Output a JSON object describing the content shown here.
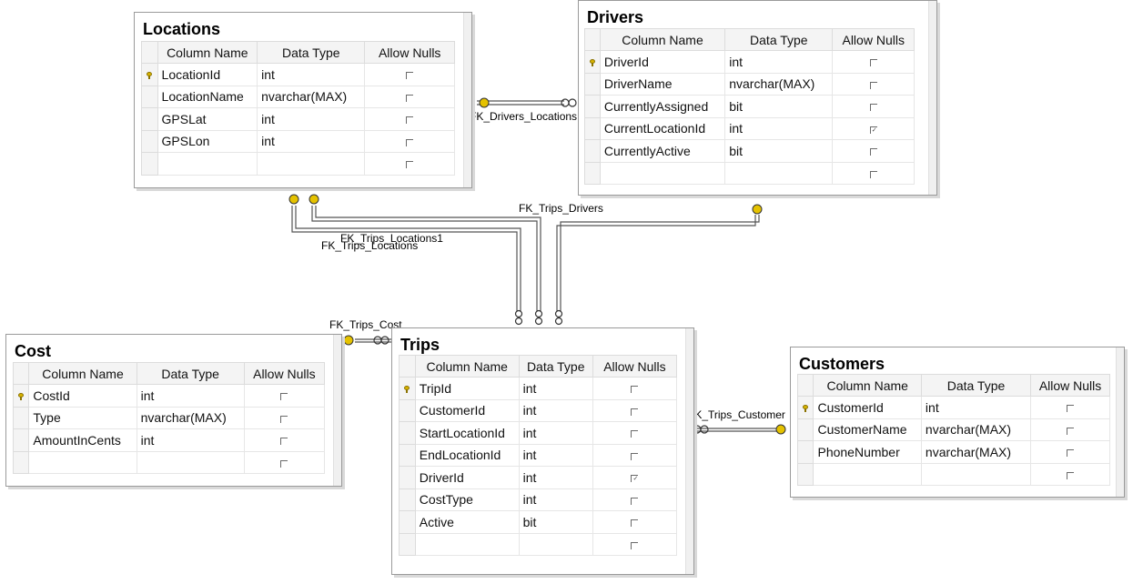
{
  "headers": {
    "col": "Column Name",
    "type": "Data Type",
    "nulls": "Allow Nulls"
  },
  "tables": {
    "locations": {
      "title": "Locations",
      "rows": [
        {
          "name": "LocationId",
          "type": "int",
          "pk": true,
          "nullable": false
        },
        {
          "name": "LocationName",
          "type": "nvarchar(MAX)",
          "pk": false,
          "nullable": false
        },
        {
          "name": "GPSLat",
          "type": "int",
          "pk": false,
          "nullable": false
        },
        {
          "name": "GPSLon",
          "type": "int",
          "pk": false,
          "nullable": false
        }
      ]
    },
    "drivers": {
      "title": "Drivers",
      "rows": [
        {
          "name": "DriverId",
          "type": "int",
          "pk": true,
          "nullable": false
        },
        {
          "name": "DriverName",
          "type": "nvarchar(MAX)",
          "pk": false,
          "nullable": false
        },
        {
          "name": "CurrentlyAssigned",
          "type": "bit",
          "pk": false,
          "nullable": false
        },
        {
          "name": "CurrentLocationId",
          "type": "int",
          "pk": false,
          "nullable": true
        },
        {
          "name": "CurrentlyActive",
          "type": "bit",
          "pk": false,
          "nullable": false
        }
      ]
    },
    "cost": {
      "title": "Cost",
      "rows": [
        {
          "name": "CostId",
          "type": "int",
          "pk": true,
          "nullable": false
        },
        {
          "name": "Type",
          "type": "nvarchar(MAX)",
          "pk": false,
          "nullable": false
        },
        {
          "name": "AmountInCents",
          "type": "int",
          "pk": false,
          "nullable": false
        }
      ]
    },
    "trips": {
      "title": "Trips",
      "rows": [
        {
          "name": "TripId",
          "type": "int",
          "pk": true,
          "nullable": false
        },
        {
          "name": "CustomerId",
          "type": "int",
          "pk": false,
          "nullable": false
        },
        {
          "name": "StartLocationId",
          "type": "int",
          "pk": false,
          "nullable": false
        },
        {
          "name": "EndLocationId",
          "type": "int",
          "pk": false,
          "nullable": false
        },
        {
          "name": "DriverId",
          "type": "int",
          "pk": false,
          "nullable": true
        },
        {
          "name": "CostType",
          "type": "int",
          "pk": false,
          "nullable": false
        },
        {
          "name": "Active",
          "type": "bit",
          "pk": false,
          "nullable": false
        }
      ]
    },
    "customers": {
      "title": "Customers",
      "rows": [
        {
          "name": "CustomerId",
          "type": "int",
          "pk": true,
          "nullable": false
        },
        {
          "name": "CustomerName",
          "type": "nvarchar(MAX)",
          "pk": false,
          "nullable": false
        },
        {
          "name": "PhoneNumber",
          "type": "nvarchar(MAX)",
          "pk": false,
          "nullable": false
        }
      ]
    }
  },
  "relationships": {
    "drivers_locations": "FK_Drivers_Locations",
    "trips_drivers": "FK_Trips_Drivers",
    "trips_locations1": "FK_Trips_Locations1",
    "trips_locations": "FK_Trips_Locations",
    "trips_cost": "FK_Trips_Cost",
    "trips_customer": "FK_Trips_Customer"
  },
  "colors": {
    "key_icon": "#d8b300",
    "line": "#555555"
  }
}
